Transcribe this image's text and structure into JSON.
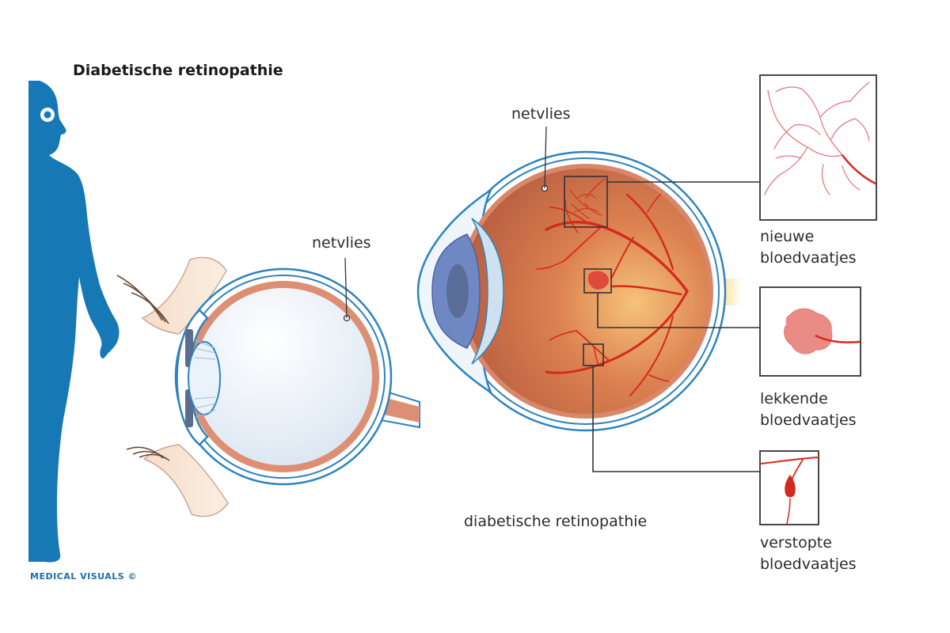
{
  "title": "Diabetische retinopathie",
  "labels": {
    "retina_left": "netvlies",
    "retina_right": "netvlies",
    "caption": "diabetische retinopathie"
  },
  "panels": [
    {
      "id": "new",
      "line1": "nieuwe",
      "line2": "bloedvaatjes"
    },
    {
      "id": "leaking",
      "line1": "lekkende",
      "line2": "bloedvaatjes"
    },
    {
      "id": "blocked",
      "line1": "verstopte",
      "line2": "bloedvaatjes"
    }
  ],
  "credit": "MEDICAL VISUALS ©",
  "colors": {
    "silhouette": "#1679b5",
    "outline": "#2d83bf",
    "retina": "#d8876a",
    "vessel": "#d42a1e",
    "lens": "#6f88c4"
  }
}
